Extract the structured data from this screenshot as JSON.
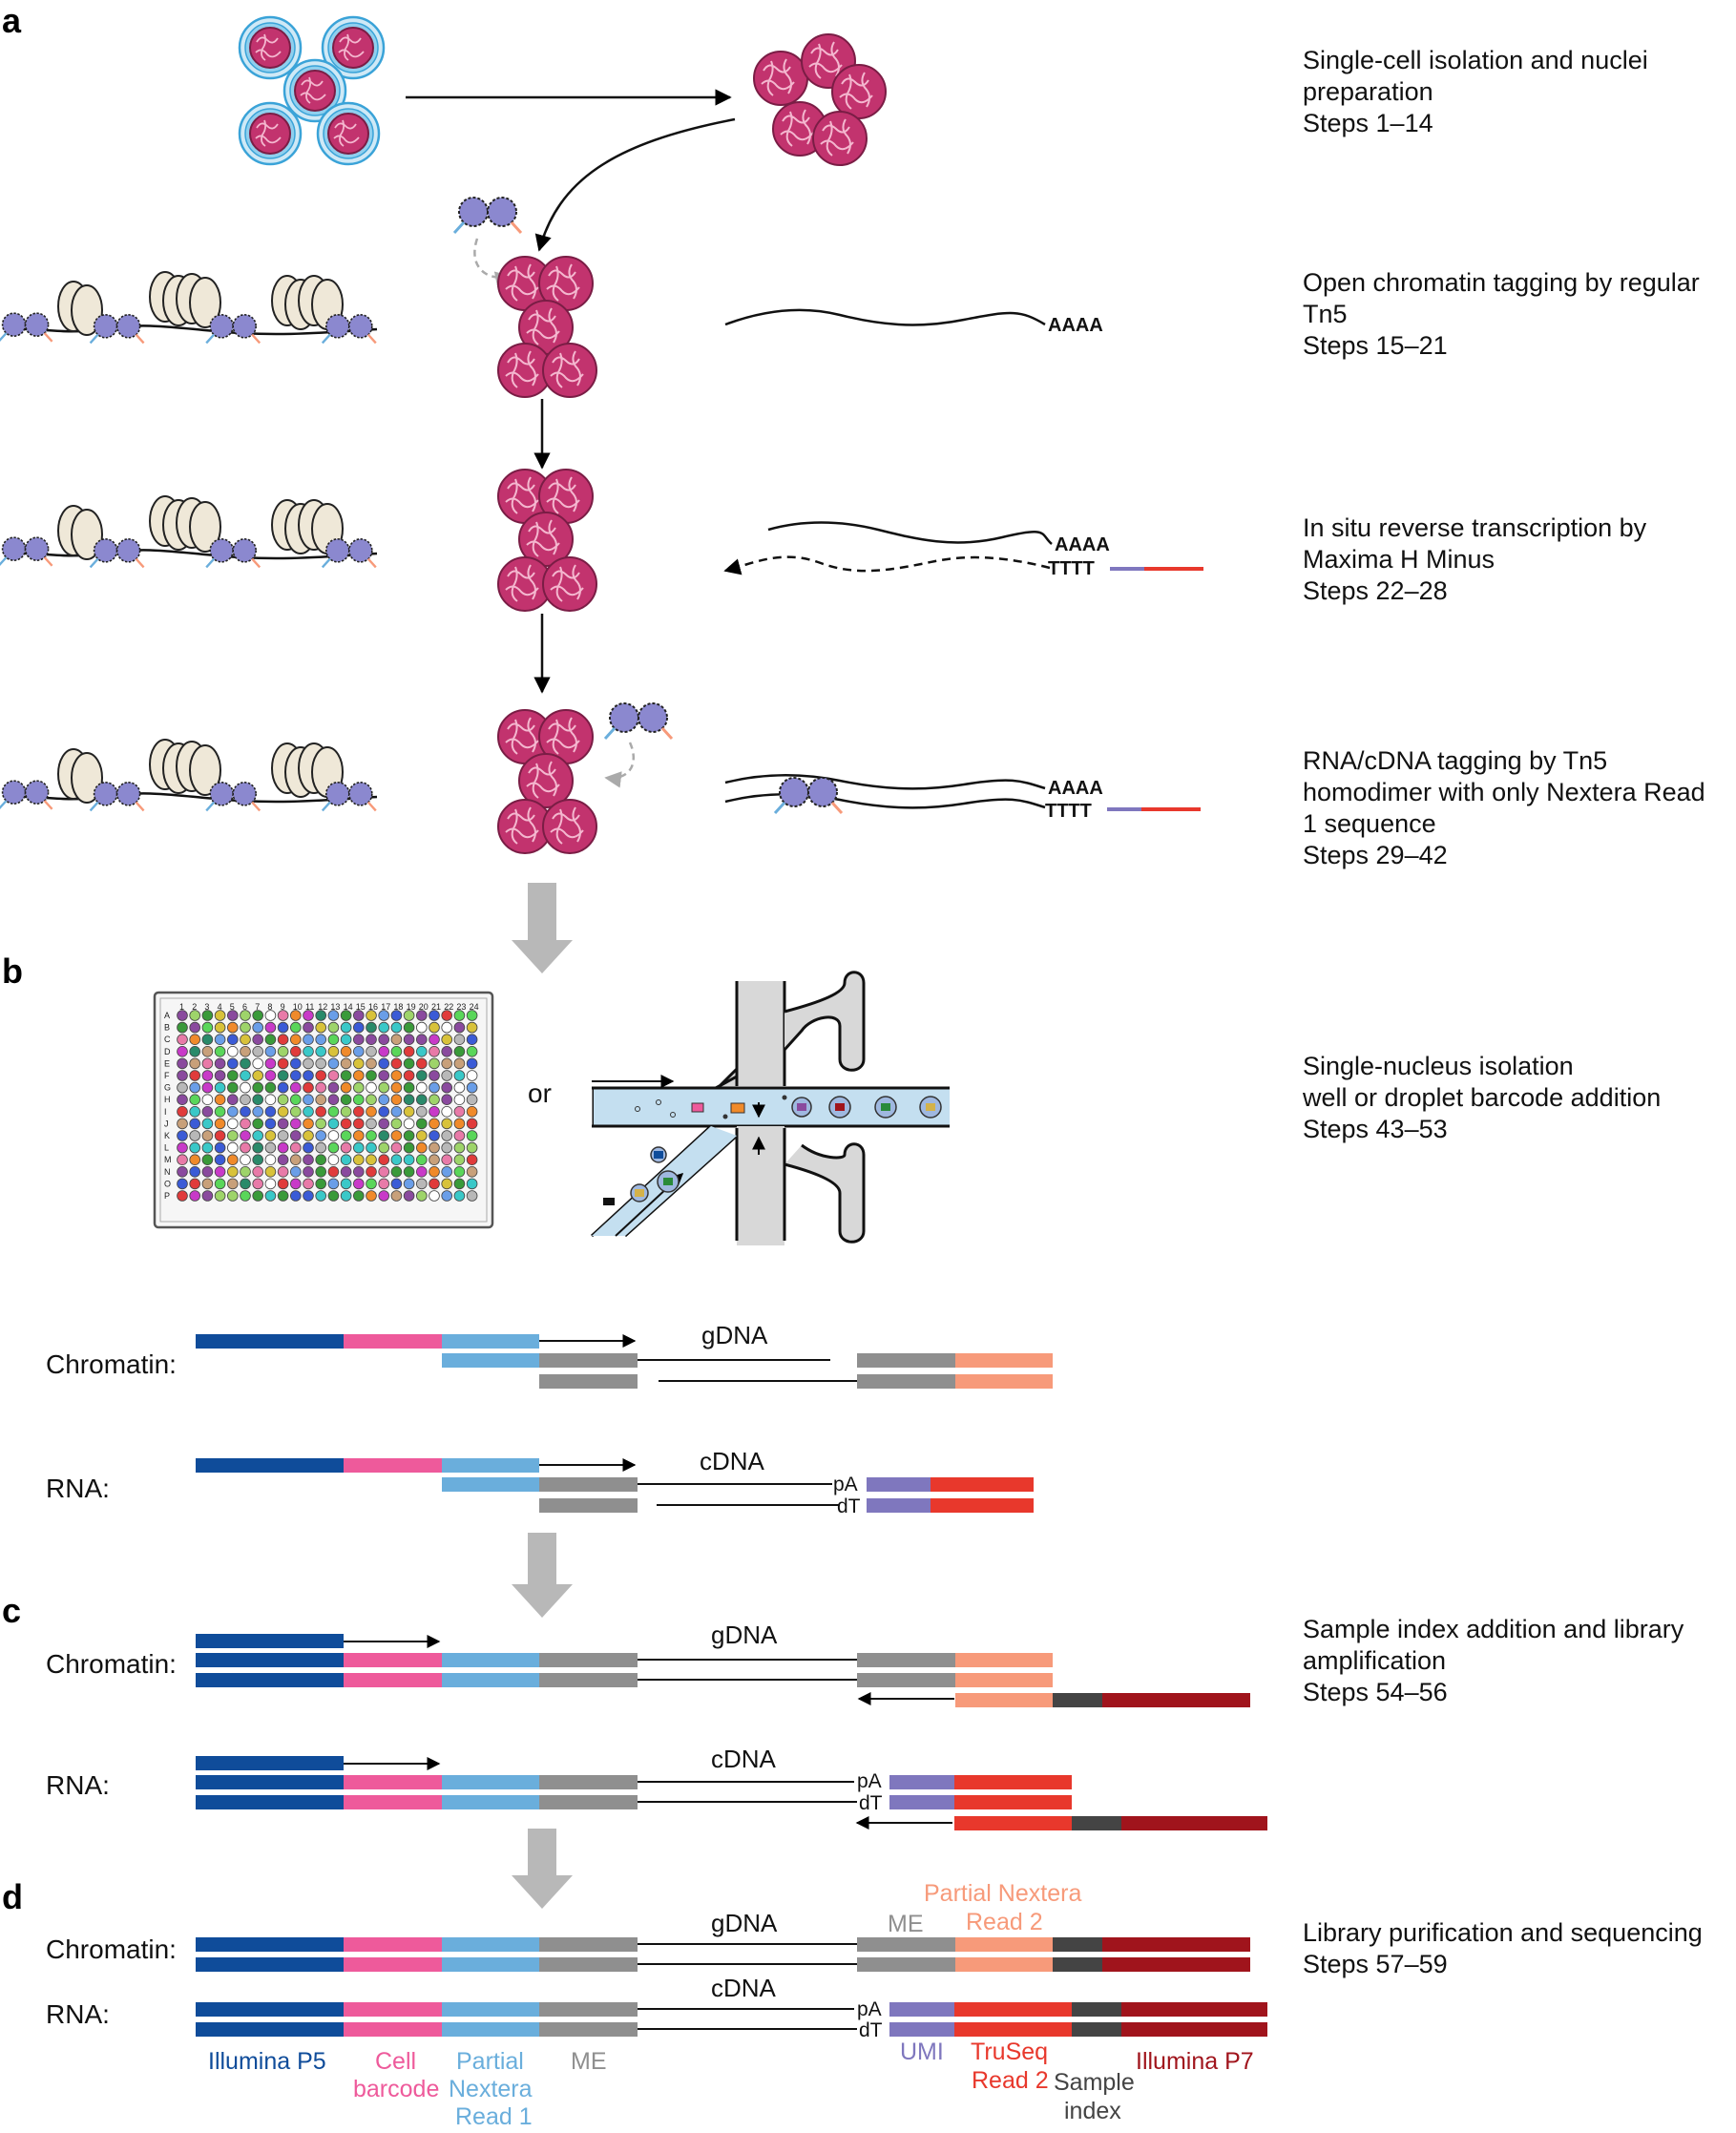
{
  "panels": {
    "a": "a",
    "b": "b",
    "c": "c",
    "d": "d"
  },
  "steps": {
    "s1": [
      "Single-cell isolation and nuclei",
      "preparation",
      "Steps 1–14"
    ],
    "s2": [
      "Open chromatin tagging by regular",
      "Tn5",
      "Steps 15–21"
    ],
    "s3": [
      "In situ reverse transcription by",
      "Maxima H Minus",
      "Steps 22–28"
    ],
    "s4": [
      "RNA/cDNA tagging by Tn5",
      "homodimer with only Nextera Read",
      "1 sequence",
      "Steps 29–42"
    ],
    "s5": [
      "Single-nucleus isolation",
      "well or droplet barcode addition",
      "Steps 43–53"
    ],
    "s6": [
      "Sample index addition and library",
      "amplification",
      "Steps 54–56"
    ],
    "s7": [
      "Library purification and sequencing",
      "Steps 57–59"
    ]
  },
  "seq": {
    "polyA": "AAAA",
    "polyT": "TTTT",
    "or": "or",
    "pA": "pA",
    "dT": "dT"
  },
  "labels": {
    "chromatin": "Chromatin:",
    "rna": "RNA:",
    "gdna": "gDNA",
    "cdna": "cDNA"
  },
  "plate": {
    "columns": [
      "1",
      "2",
      "3",
      "4",
      "5",
      "6",
      "7",
      "8",
      "9",
      "10",
      "11",
      "12",
      "13",
      "14",
      "15",
      "16",
      "17",
      "18",
      "19",
      "20",
      "21",
      "22",
      "23",
      "24"
    ],
    "rows": [
      "A",
      "B",
      "C",
      "D",
      "E",
      "F",
      "G",
      "H",
      "I",
      "J",
      "K",
      "L",
      "M",
      "N",
      "O",
      "P"
    ]
  },
  "legend": {
    "illumina_p5": [
      "Illumina P5"
    ],
    "cell_barcode": [
      "Cell",
      "barcode"
    ],
    "partial_nextera_read1": [
      "Partial",
      "Nextera",
      "Read 1"
    ],
    "me_bottom": [
      "ME"
    ],
    "umi": [
      "UMI"
    ],
    "truseq_read2": [
      "TruSeq",
      "Read 2"
    ],
    "sample_index": [
      "Sample",
      "index"
    ],
    "illumina_p7": [
      "Illumina P7"
    ],
    "me_top": [
      "ME"
    ],
    "partial_nextera_read2": [
      "Partial Nextera",
      "Read 2"
    ]
  },
  "colors": {
    "illumina_p5": "#0f4c9a",
    "cell_barcode": "#ee5a9b",
    "partial_nextera_read1": "#6aaedc",
    "me": "#8f8f8f",
    "umi": "#7f77be",
    "truseq_read2": "#e8382c",
    "sample_index": "#444444",
    "illumina_p7": "#a0141c",
    "partial_nextera_read2": "#f79a7a",
    "nucleus": "#c2336e",
    "tn5": "#8b88cf",
    "big_arrow": "#b8b8b8"
  }
}
